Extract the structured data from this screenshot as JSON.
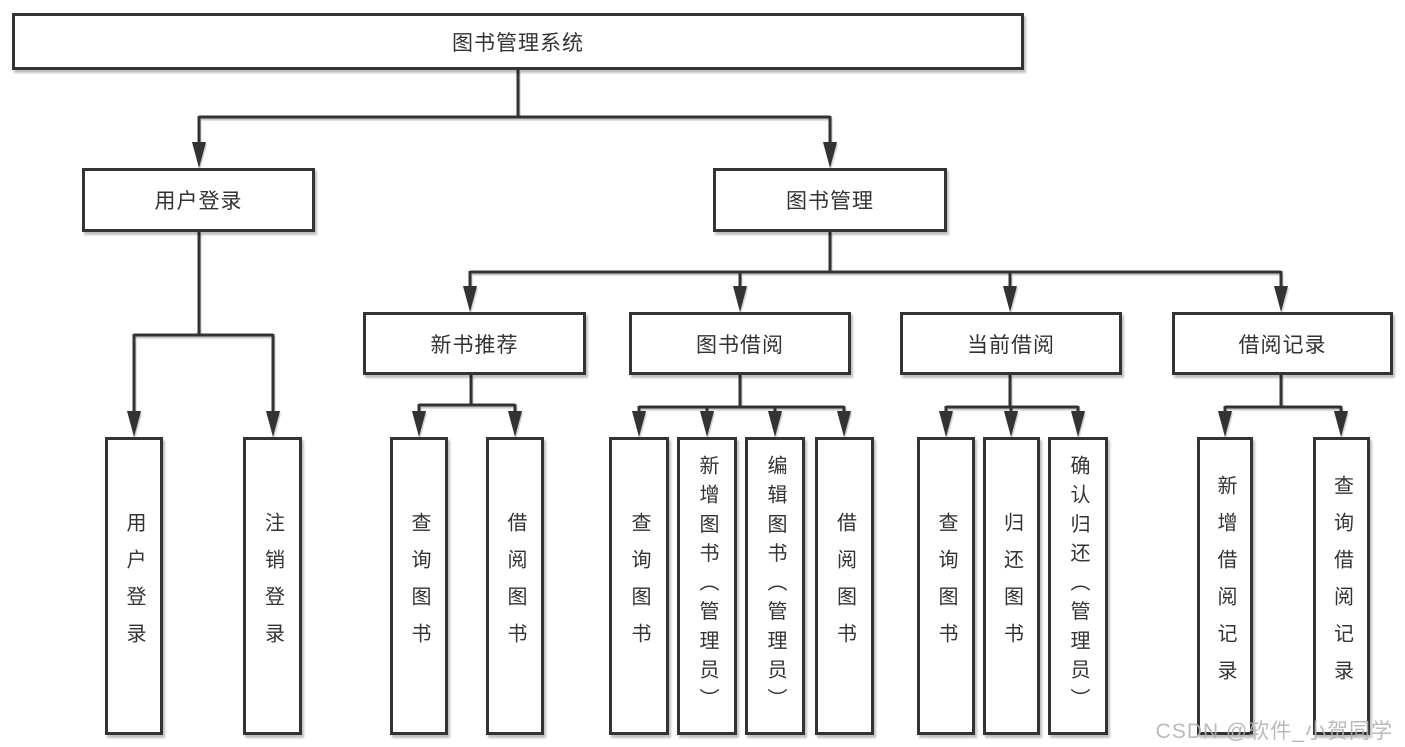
{
  "diagram": {
    "root": {
      "label": "图书管理系统"
    },
    "level2": [
      {
        "label": "用户登录"
      },
      {
        "label": "图书管理"
      }
    ],
    "level3": [
      {
        "label": "新书推荐"
      },
      {
        "label": "图书借阅"
      },
      {
        "label": "当前借阅"
      },
      {
        "label": "借阅记录"
      }
    ],
    "leaves": {
      "user": [
        "用户登录",
        "注销登录"
      ],
      "newbook": [
        "查询图书",
        "借阅图书"
      ],
      "borrow": [
        "查询图书",
        "新增图书（管理员）",
        "编辑图书（管理员）",
        "借阅图书"
      ],
      "current": [
        "查询图书",
        "归还图书",
        "确认归还（管理员）"
      ],
      "records": [
        "新增借阅记录",
        "查询借阅记录"
      ]
    }
  },
  "watermark": {
    "text": "CSDN @软件_小贺同学"
  },
  "colors": {
    "line": "#333333",
    "box_border": "#333333",
    "box_fill": "#ffffff",
    "text": "#333333",
    "watermark": "#b3b3b3",
    "background": "#ffffff"
  }
}
